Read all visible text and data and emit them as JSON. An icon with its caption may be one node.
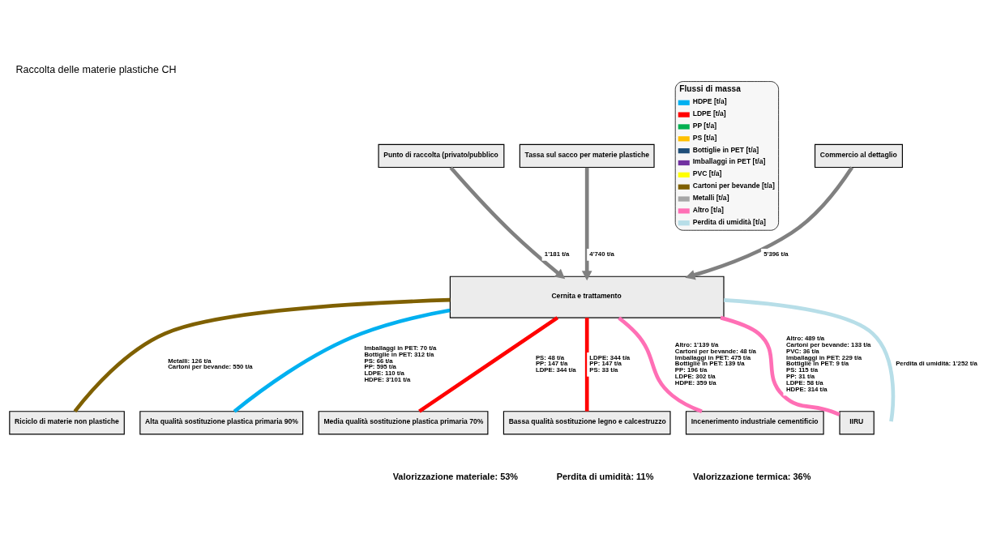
{
  "diagram": {
    "title": "Raccolta delle materie plastiche CH",
    "nodes": [
      {
        "text": [
          "Commercio al dettaglio"
        ]
      },
      {
        "text": [
          "Punto di raccolta (privato/pubblico"
        ]
      },
      {
        "text": [
          "Tassa sul sacco per materie plastiche"
        ]
      },
      {
        "text": [
          "Cernita e trattamento"
        ]
      },
      {
        "text": [
          "Riciclo di materie non plastiche"
        ]
      },
      {
        "text": [
          "Alta qualità sostituzione plastica primaria 90%"
        ]
      },
      {
        "text": [
          "Media qualità sostituzione plastica primaria 70%"
        ]
      },
      {
        "text": [
          "Bassa qualità sostituzione legno e calcestruzzo"
        ]
      },
      {
        "text": [
          "Incenerimento industriale cementificio"
        ]
      },
      {
        "text": [
          "IIRU"
        ]
      }
    ],
    "edges": [
      {
        "from": 0,
        "to": 3,
        "arrow": "to",
        "label": [
          "5'396 t/a"
        ],
        "color": "#808080"
      },
      {
        "from": 1,
        "to": 3,
        "arrow": "to",
        "label": [
          "1'181 t/a"
        ],
        "color": "#808080"
      },
      {
        "from": 2,
        "to": 3,
        "arrow": "to",
        "label": [
          "4'740 t/a"
        ],
        "color": "#808080"
      },
      {
        "from": 3,
        "to": 4,
        "arrow": "none",
        "label": [
          "Metalli: 126 t/a",
          "Cartoni per bevande: 550 t/a"
        ],
        "color": "#7f6000"
      },
      {
        "from": 3,
        "to": 5,
        "arrow": "none",
        "label": [
          "Imballaggi in PET: 70 t/a",
          "Bottiglie in PET: 312 t/a",
          "PS: 66 t/a",
          "PP: 595 t/a",
          "LDPE: 110 t/a",
          "HDPE: 3'101 t/a"
        ],
        "color": "#00b0f0"
      },
      {
        "from": 3,
        "to": 6,
        "arrow": "none",
        "label": [
          "PS: 48 t/a",
          "PP: 147 t/a",
          "LDPE: 344 t/a"
        ],
        "color": "#ff0000"
      },
      {
        "from": 3,
        "to": 7,
        "arrow": "none",
        "label": [
          "LDPE: 344 t/a",
          "PP: 147 t/a",
          "PS: 33 t/a"
        ],
        "color": "#ff0000"
      },
      {
        "from": 3,
        "to": null,
        "arrow": "none",
        "label": [
          "Perdita di umidità: 1'252 t/a"
        ],
        "color": "#b7dee8"
      },
      {
        "from": 3,
        "to": 8,
        "arrow": "none",
        "label": [
          "Altro: 1'139 t/a",
          "Cartoni per bevande: 48 t/a",
          "Imballaggi in PET: 475 t/a",
          "Bottiglie in PET: 139 t/a",
          "PP: 196 t/a",
          "LDPE: 302 t/a",
          "HDPE: 359 t/a"
        ],
        "color": "#ff6fb5"
      },
      {
        "from": 3,
        "to": 9,
        "arrow": "none",
        "label": [
          "Altro: 489 t/a",
          "Cartoni per bevande: 133 t/a",
          "PVC: 36 t/a",
          "Imballaggi in PET: 229 t/a",
          "Bottiglie in PET: 9 t/a",
          "PS: 115 t/a",
          "PP: 31 t/a",
          "LDPE: 58 t/a",
          "HDPE: 314 t/a"
        ],
        "color": "#ff6fb5"
      }
    ],
    "labels": [
      "Flussi di massa",
      "Valorizzazione materiale: 53%",
      "Perdita di umidità: 11%",
      "Valorizzazione termica: 36%"
    ],
    "legend": [
      {
        "text": "HDPE [t/a]",
        "color": "#00b0f0"
      },
      {
        "text": "LDPE [t/a]",
        "color": "#ff0000"
      },
      {
        "text": "PP [t/a]",
        "color": "#00b050"
      },
      {
        "text": "PS [t/a]",
        "color": "#ffc000"
      },
      {
        "text": "Bottiglie in PET [t/a]",
        "color": "#1f4e79"
      },
      {
        "text": "Imballaggi in PET [t/a]",
        "color": "#7030a0"
      },
      {
        "text": "PVC [t/a]",
        "color": "#ffff00"
      },
      {
        "text": "Cartoni per bevande [t/a]",
        "color": "#7f6000"
      },
      {
        "text": "Metalli [t/a]",
        "color": "#a6a6a6"
      },
      {
        "text": "Altro [t/a]",
        "color": "#ff6fb5"
      },
      {
        "text": "Perdita di umidità [t/a]",
        "color": "#b7dee8"
      }
    ]
  }
}
